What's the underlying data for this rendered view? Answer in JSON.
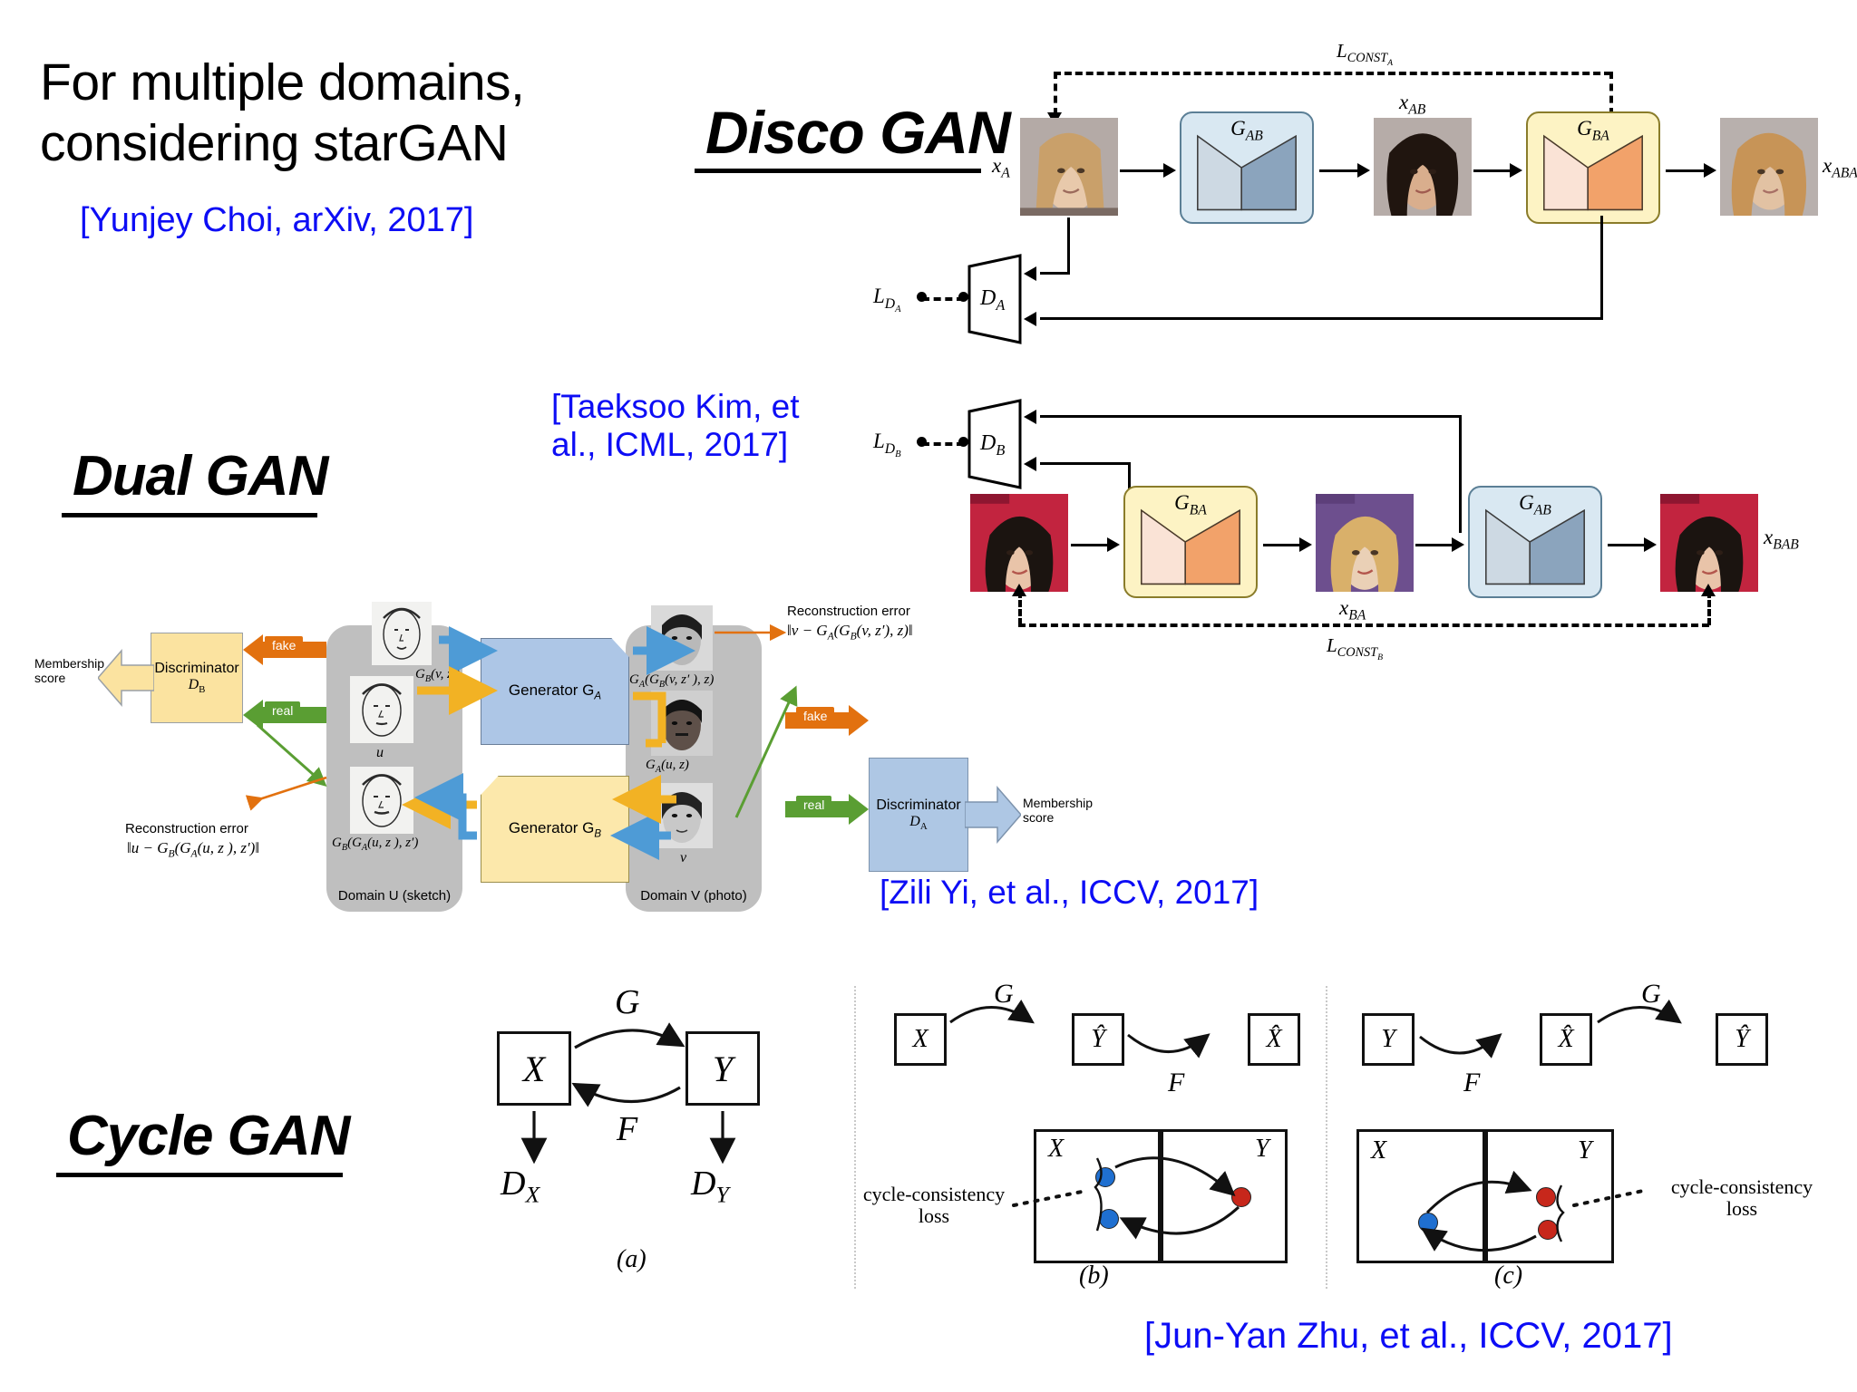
{
  "slide": {
    "headline": "For multiple domains,\nconsidering starGAN",
    "stargan_citation": "[Yunjey Choi, arXiv, 2017]"
  },
  "sections": {
    "disco": {
      "title": "Disco GAN",
      "citation": "[Taeksoo Kim, et\nal., ICML, 2017]"
    },
    "dual": {
      "title": "Dual GAN",
      "citation": "[Zili Yi, et al., ICCV, 2017]"
    },
    "cycle": {
      "title": "Cycle GAN",
      "citation": "[Jun-Yan Zhu, et al., ICCV, 2017]"
    }
  },
  "disco_diagram": {
    "loss_const_a": "L",
    "loss_const_a_sub": "CONST",
    "loss_const_a_sub2": "A",
    "loss_const_b": "L",
    "loss_const_b_sub": "CONST",
    "loss_const_b_sub2": "B",
    "x_a": "x",
    "x_a_sub": "A",
    "x_ab": "x",
    "x_ab_sub": "AB",
    "x_aba": "x",
    "x_aba_sub": "ABA",
    "x_ba": "x",
    "x_ba_sub": "BA",
    "x_bab": "x",
    "x_bab_sub": "BAB",
    "gen_ab": "G",
    "gen_ab_sub": "AB",
    "gen_ba": "G",
    "gen_ba_sub": "BA",
    "disc_a": "D",
    "disc_a_sub": "A",
    "disc_b": "D",
    "disc_b_sub": "B",
    "loss_da": "L",
    "loss_da_sub": "D",
    "loss_da_sub2": "A",
    "loss_db": "L",
    "loss_db_sub": "D",
    "loss_db_sub2": "B"
  },
  "dual_diagram": {
    "membership_score_left": "Membership\nscore",
    "membership_score_right": "Membership\nscore",
    "discriminator_db_name": "Discriminator",
    "discriminator_db_sym": "D",
    "discriminator_db_sub": "B",
    "discriminator_da_name": "Discriminator",
    "discriminator_da_sym": "D",
    "discriminator_da_sub": "A",
    "generator_a": "Generator G",
    "generator_a_sub": "A",
    "generator_b": "Generator G",
    "generator_b_sub": "B",
    "domain_u": "Domain U (sketch)",
    "domain_v": "Domain V (photo)",
    "tag_fake": "fake",
    "tag_real": "real",
    "recon_error_left_title": "Reconstruction error",
    "recon_error_left_formula": "‖u − G_B(G_A(u, z ), z′)‖",
    "recon_error_right_title": "Reconstruction error",
    "recon_error_right_formula": "‖v − G_A(G_B(v, z′), z)‖",
    "label_gb_v": "G_B(v, z′)",
    "label_u": "u",
    "label_gb_ga_u": "G_B(G_A(u, z ), z′)",
    "label_ga_gb_v": "G_A(G_B(v, z′), z)",
    "label_ga_u": "G_A(u, z)",
    "label_v": "v"
  },
  "cycle_diagram": {
    "panel_a": {
      "caption": "(a)",
      "boxes": [
        "X",
        "Y"
      ],
      "arrow_top": "G",
      "arrow_bottom": "F",
      "disc_x": "D",
      "disc_x_sub": "X",
      "disc_y": "D",
      "disc_y_sub": "Y"
    },
    "panel_b": {
      "caption": "(b)",
      "boxes": [
        "X",
        "Ŷ",
        "X̂"
      ],
      "arrow_1": "G",
      "arrow_2": "F",
      "set_left": "X",
      "set_right": "Y",
      "loss_label": "cycle-consistency\nloss"
    },
    "panel_c": {
      "caption": "(c)",
      "boxes": [
        "Y",
        "X̂",
        "Ŷ"
      ],
      "arrow_1": "F",
      "arrow_2": "G",
      "set_left": "X",
      "set_right": "Y",
      "loss_label": "cycle-consistency\nloss"
    }
  },
  "colors": {
    "citation_blue": "#0d0df5",
    "generator_blue": "#d9e8f2",
    "generator_yellow": "#fdf3c4",
    "fake_orange": "#e2710f",
    "real_green": "#5a9e33",
    "domain_gray": "#bfbfbf",
    "dot_blue": "#1f6fd0",
    "dot_red": "#c7271b"
  }
}
